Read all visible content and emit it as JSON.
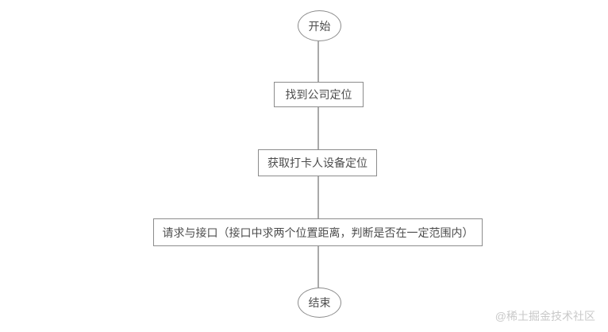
{
  "flowchart": {
    "nodes": {
      "start": "开始",
      "step1": "找到公司定位",
      "step2": "获取打卡人设备定位",
      "step3": "请求与接口（接口中求两个位置距离，判断是否在一定范围内）",
      "end": "结束"
    },
    "watermark": "@稀土掘金技术社区",
    "colors": {
      "background": "#ffffff",
      "border": "#8c8c8c",
      "line": "#a9a9a9",
      "text": "#4d4d4d",
      "watermark": "#c9c9c9"
    }
  }
}
